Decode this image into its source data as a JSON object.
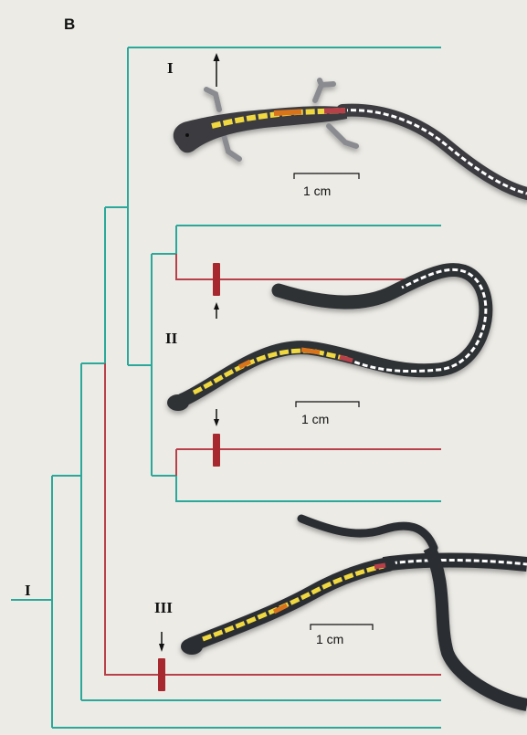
{
  "panel_label": "B",
  "clade_labels": {
    "root": "I",
    "upper": "I",
    "middle": "II",
    "lower": "III"
  },
  "scale_bar_labels": [
    "1 cm",
    "1 cm",
    "1 cm"
  ],
  "colors": {
    "ancestral_branch": "#2aa89a",
    "derived_branch": "#b8404a",
    "transition_marker": "#a8282f",
    "body_dark": "#2e3036",
    "trunk_yellow": "#f0d840",
    "trunk_orange": "#d8741e",
    "tail_white": "#ffffff",
    "background": "#ecebe6"
  },
  "icons": [
    "up-arrow-icon",
    "down-arrow-icon",
    "salamander-illustration"
  ]
}
